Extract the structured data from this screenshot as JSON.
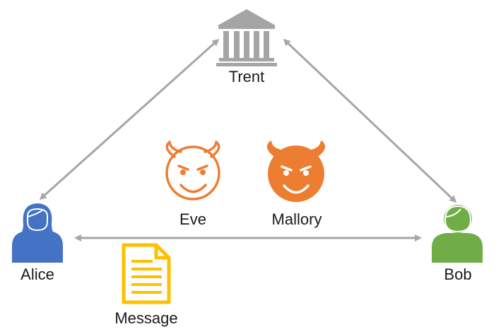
{
  "diagram": {
    "colors": {
      "connector": "#a6a6a6",
      "trusted_party": "#a5a5a5",
      "alice": "#4472c4",
      "bob": "#70ad47",
      "adversary": "#ed7d31",
      "message": "#ffc000"
    },
    "nodes": {
      "trent": {
        "label": "Trent",
        "icon": "bank-building-icon"
      },
      "alice": {
        "label": "Alice",
        "icon": "woman-user-icon"
      },
      "bob": {
        "label": "Bob",
        "icon": "man-user-icon"
      },
      "eve": {
        "label": "Eve",
        "icon": "devil-face-outline-icon"
      },
      "mallory": {
        "label": "Mallory",
        "icon": "devil-face-filled-icon"
      },
      "message": {
        "label": "Message",
        "icon": "document-icon"
      }
    },
    "connections": [
      {
        "from": "alice",
        "to": "trent",
        "directed": "both"
      },
      {
        "from": "trent",
        "to": "bob",
        "directed": "both"
      },
      {
        "from": "alice",
        "to": "bob",
        "directed": "both"
      }
    ]
  }
}
